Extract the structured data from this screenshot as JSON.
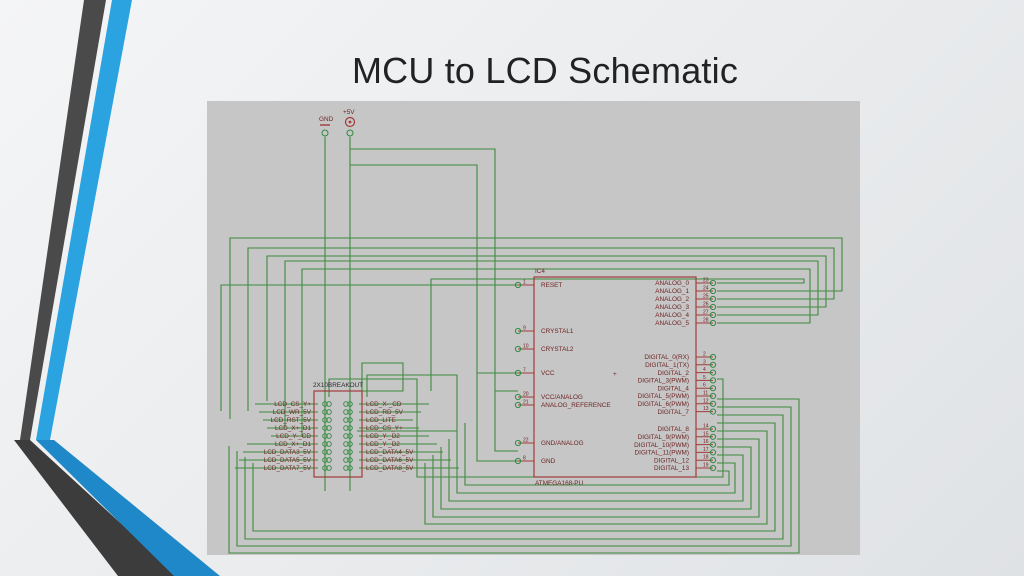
{
  "slide": {
    "title": "MCU to LCD Schematic"
  },
  "colors": {
    "wire": "#3f8a3f",
    "part": "#a23b3b",
    "pad": "#2f8a3f",
    "canvas": "#c6c6c6"
  },
  "power": {
    "gnd_label": "GND",
    "vcc_label": "+5V"
  },
  "mcu": {
    "ref": "IC4",
    "name": "ATMEGA168-PU",
    "left_pins": [
      {
        "num": "1",
        "label": "RESET"
      },
      {
        "num": "9",
        "label": "CRYSTAL1"
      },
      {
        "num": "10",
        "label": "CRYSTAL2"
      },
      {
        "num": "7",
        "label": "VCC"
      },
      {
        "num": "20",
        "label": "VCC/ANALOG"
      },
      {
        "num": "21",
        "label": "ANALOG_REFERENCE"
      },
      {
        "num": "22",
        "label": "GND/ANALOG"
      },
      {
        "num": "8",
        "label": "GND"
      }
    ],
    "right_pins": [
      {
        "num": "23",
        "label": "ANALOG_0"
      },
      {
        "num": "24",
        "label": "ANALOG_1"
      },
      {
        "num": "25",
        "label": "ANALOG_2"
      },
      {
        "num": "26",
        "label": "ANALOG_3"
      },
      {
        "num": "27",
        "label": "ANALOG_4"
      },
      {
        "num": "28",
        "label": "ANALOG_5"
      },
      {
        "num": "2",
        "label": "DIGITAL_0(RX)"
      },
      {
        "num": "3",
        "label": "DIGITAL_1(TX)"
      },
      {
        "num": "4",
        "label": "DIGITAL_2"
      },
      {
        "num": "5",
        "label": "DIGITAL_3(PWM)"
      },
      {
        "num": "6",
        "label": "DIGITAL_4"
      },
      {
        "num": "11",
        "label": "DIGITAL_5(PWM)"
      },
      {
        "num": "12",
        "label": "DIGITAL_6(PWM)"
      },
      {
        "num": "13",
        "label": "DIGITAL_7"
      },
      {
        "num": "14",
        "label": "DIGITAL_8"
      },
      {
        "num": "15",
        "label": "DIGITAL_9(PWM)"
      },
      {
        "num": "16",
        "label": "DIGITAL_10(PWM)"
      },
      {
        "num": "17",
        "label": "DIGITAL_11(PWM)"
      },
      {
        "num": "18",
        "label": "DIGITAL_12"
      },
      {
        "num": "19",
        "label": "DIGITAL_13"
      }
    ]
  },
  "breakout": {
    "name": "2X10BREAKOUT",
    "left_labels": [
      "LCD_CS_Y+",
      "LCD_WR_5V",
      "LCD_RST_5V",
      "LCD_X+_D1",
      "LCD_Y-_CD",
      "LCD_X+_D1",
      "LCD_DATA3_5V",
      "LCD_DATA5_5V",
      "LCD_DATA7_5V"
    ],
    "right_labels": [
      "LCD_X-_CD",
      "LCD_RD_5V",
      "LCD_LITE",
      "LCD_CS_Y+",
      "LCD_Y-_D2",
      "LCD_Y-_D2",
      "LCD_DATA4_5V",
      "LCD_DATA6_5V",
      "LCD_DATA8_5V"
    ]
  }
}
